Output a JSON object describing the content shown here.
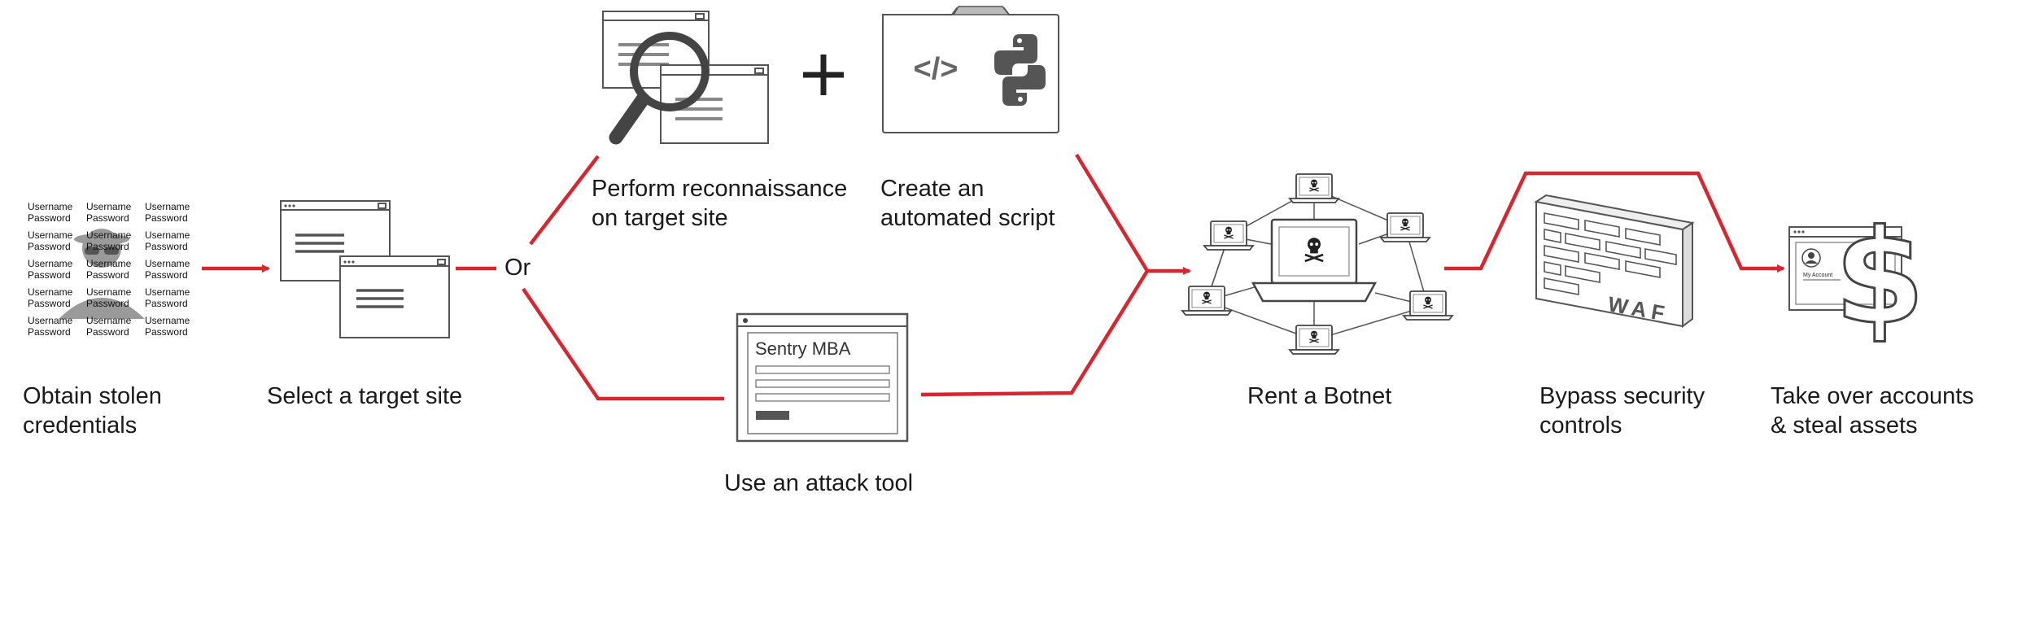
{
  "steps": {
    "obtain": {
      "line1": "Obtain stolen",
      "line2": "credentials"
    },
    "select": {
      "line1": "Select a target site"
    },
    "or": "Or",
    "recon": {
      "line1": "Perform reconnaissance",
      "line2": "on target site"
    },
    "plus": "+",
    "script": {
      "line1": "Create an",
      "line2": "automated script"
    },
    "tool": {
      "line1": "Use an attack tool",
      "app_title": "Sentry MBA"
    },
    "botnet": {
      "line1": "Rent a Botnet"
    },
    "bypass": {
      "line1": "Bypass security",
      "line2": "controls",
      "wall_text": "WAF"
    },
    "takeover": {
      "line1": "Take over accounts",
      "line2": "& steal assets",
      "account_text": "My Account"
    }
  },
  "credentials": {
    "username": "Username",
    "password": "Password"
  },
  "code_glyph": "</>",
  "colors": {
    "arrow": "#d7262f",
    "icon_stroke": "#555555",
    "icon_fill": "#9a9a9a"
  },
  "icons": [
    "hacker-icon",
    "browser-windows-icon",
    "magnifier-icon",
    "python-logo-icon",
    "botnet-network-icon",
    "firewall-icon",
    "dollar-icon"
  ]
}
